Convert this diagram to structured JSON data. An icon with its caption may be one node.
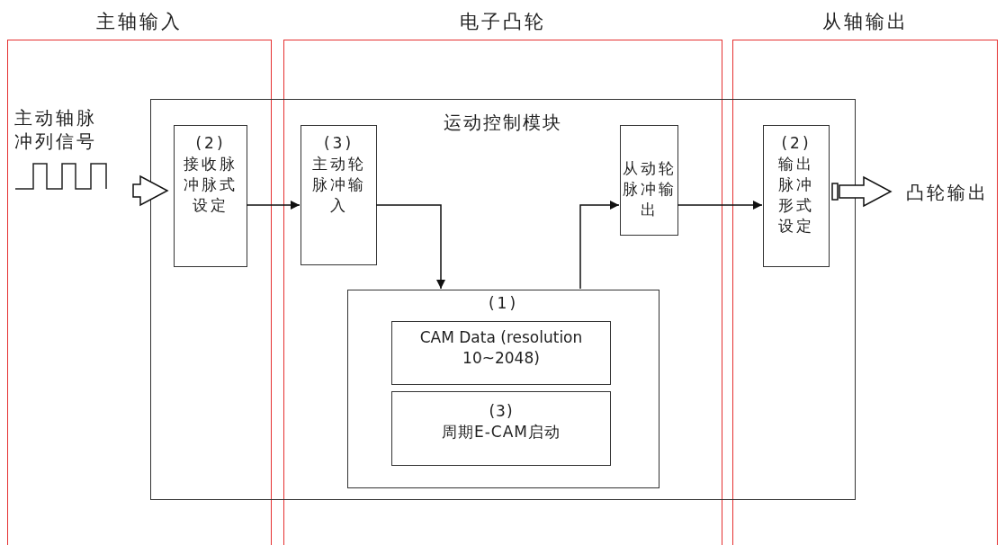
{
  "diagram": {
    "nodes": [
      {
        "text": [
          "运动控制模块"
        ]
      },
      {
        "text": [
          "主动轴脉冲列信号"
        ]
      },
      {
        "text": [
          "(2)",
          "接收脉冲脉式设定"
        ],
        "in": 0
      },
      {
        "text": [
          "(3)",
          "主动轮脉冲输入"
        ],
        "in": 0
      },
      {
        "text": [
          "从动轮脉冲输出"
        ],
        "in": 0
      },
      {
        "text": [
          "(2)",
          "输出脉冲形式设定"
        ],
        "in": 0
      },
      {
        "text": [
          "(1)"
        ],
        "in": 0
      },
      {
        "text": [
          "CAM Data (resolution 10~2048)"
        ],
        "in": 6
      },
      {
        "text": [
          "(3)",
          "周期E-CAM启动"
        ],
        "in": 6
      },
      {
        "text": [
          "凸轮输出"
        ]
      }
    ],
    "edges": [
      {
        "from": 1,
        "to": 2,
        "arrow": "to"
      },
      {
        "from": 2,
        "to": 3,
        "arrow": "to"
      },
      {
        "from": 3,
        "to": 6,
        "arrow": "to"
      },
      {
        "from": 6,
        "to": 4,
        "arrow": "to"
      },
      {
        "from": 4,
        "to": 5,
        "arrow": "to"
      },
      {
        "from": 5,
        "to": 9,
        "arrow": "to"
      }
    ],
    "labels": [
      "主轴输入",
      "电子凸轮",
      "从轴输出"
    ]
  }
}
